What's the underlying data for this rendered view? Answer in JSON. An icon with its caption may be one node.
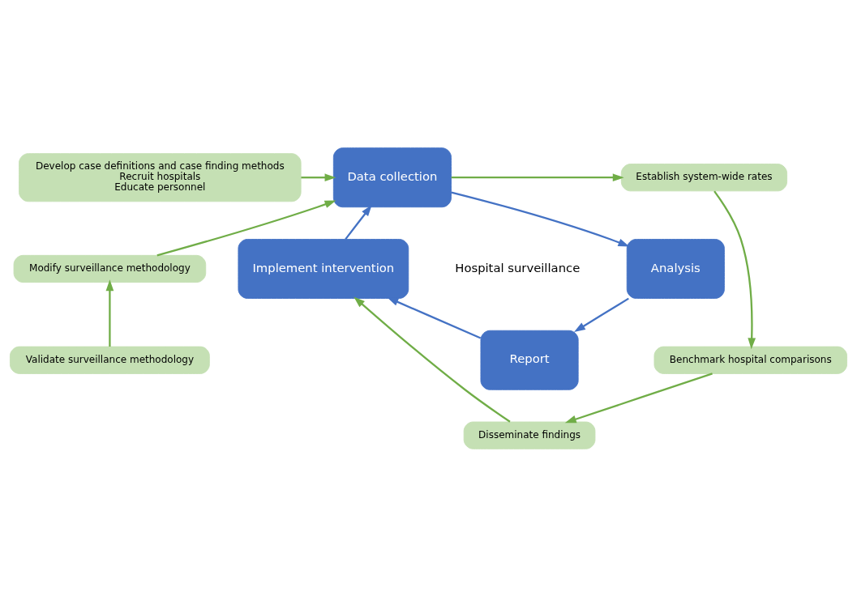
{
  "diagram": {
    "nodes": [
      {
        "text": [
          "Develop case definitions and case finding methods",
          "Recruit hospitals",
          "Educate personnel"
        ]
      },
      {
        "text": [
          "Data collection"
        ]
      },
      {
        "text": [
          "Establish system-wide rates"
        ]
      },
      {
        "text": [
          "Modify surveillance methodology"
        ]
      },
      {
        "text": [
          "Implement intervention"
        ]
      },
      {
        "text": [
          "Analysis"
        ]
      },
      {
        "text": [
          "Report"
        ]
      },
      {
        "text": [
          "Validate surveillance methodology"
        ]
      },
      {
        "text": [
          "Benchmark hospital comparisons"
        ]
      },
      {
        "text": [
          "Disseminate findings"
        ]
      }
    ],
    "edges": [
      {
        "from": 0,
        "to": 1,
        "arrow": "to"
      },
      {
        "from": 3,
        "to": 1,
        "arrow": "to"
      },
      {
        "from": 1,
        "to": 2,
        "arrow": "to"
      },
      {
        "from": 1,
        "to": 5,
        "arrow": "to",
        "color": "#4472c4"
      },
      {
        "from": 5,
        "to": 6,
        "arrow": "to",
        "color": "#4472c4"
      },
      {
        "from": 6,
        "to": 4,
        "arrow": "to",
        "color": "#4472c4"
      },
      {
        "from": 4,
        "to": 1,
        "arrow": "to",
        "color": "#4472c4"
      },
      {
        "from": 2,
        "to": 8,
        "arrow": "to"
      },
      {
        "from": 8,
        "to": 9,
        "arrow": "to"
      },
      {
        "from": 9,
        "to": 4,
        "arrow": "to"
      },
      {
        "from": 7,
        "to": 3,
        "arrow": "to"
      }
    ],
    "labels": [
      "Hospital surveillance"
    ]
  }
}
